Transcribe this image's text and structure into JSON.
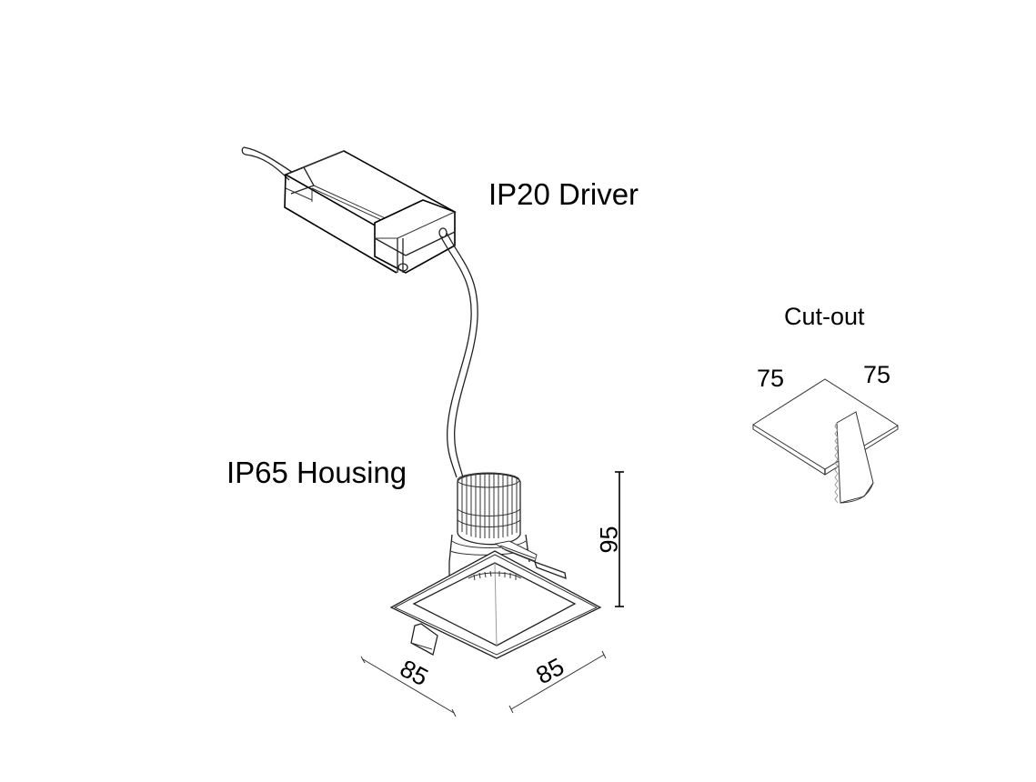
{
  "labels": {
    "driver": "IP20 Driver",
    "housing": "IP65 Housing",
    "cutout": "Cut-out"
  },
  "dimensions": {
    "height": "95",
    "width_left": "85",
    "width_right": "85",
    "cutout_left": "75",
    "cutout_right": "75"
  },
  "colors": {
    "line": "#000000",
    "background": "#ffffff"
  }
}
